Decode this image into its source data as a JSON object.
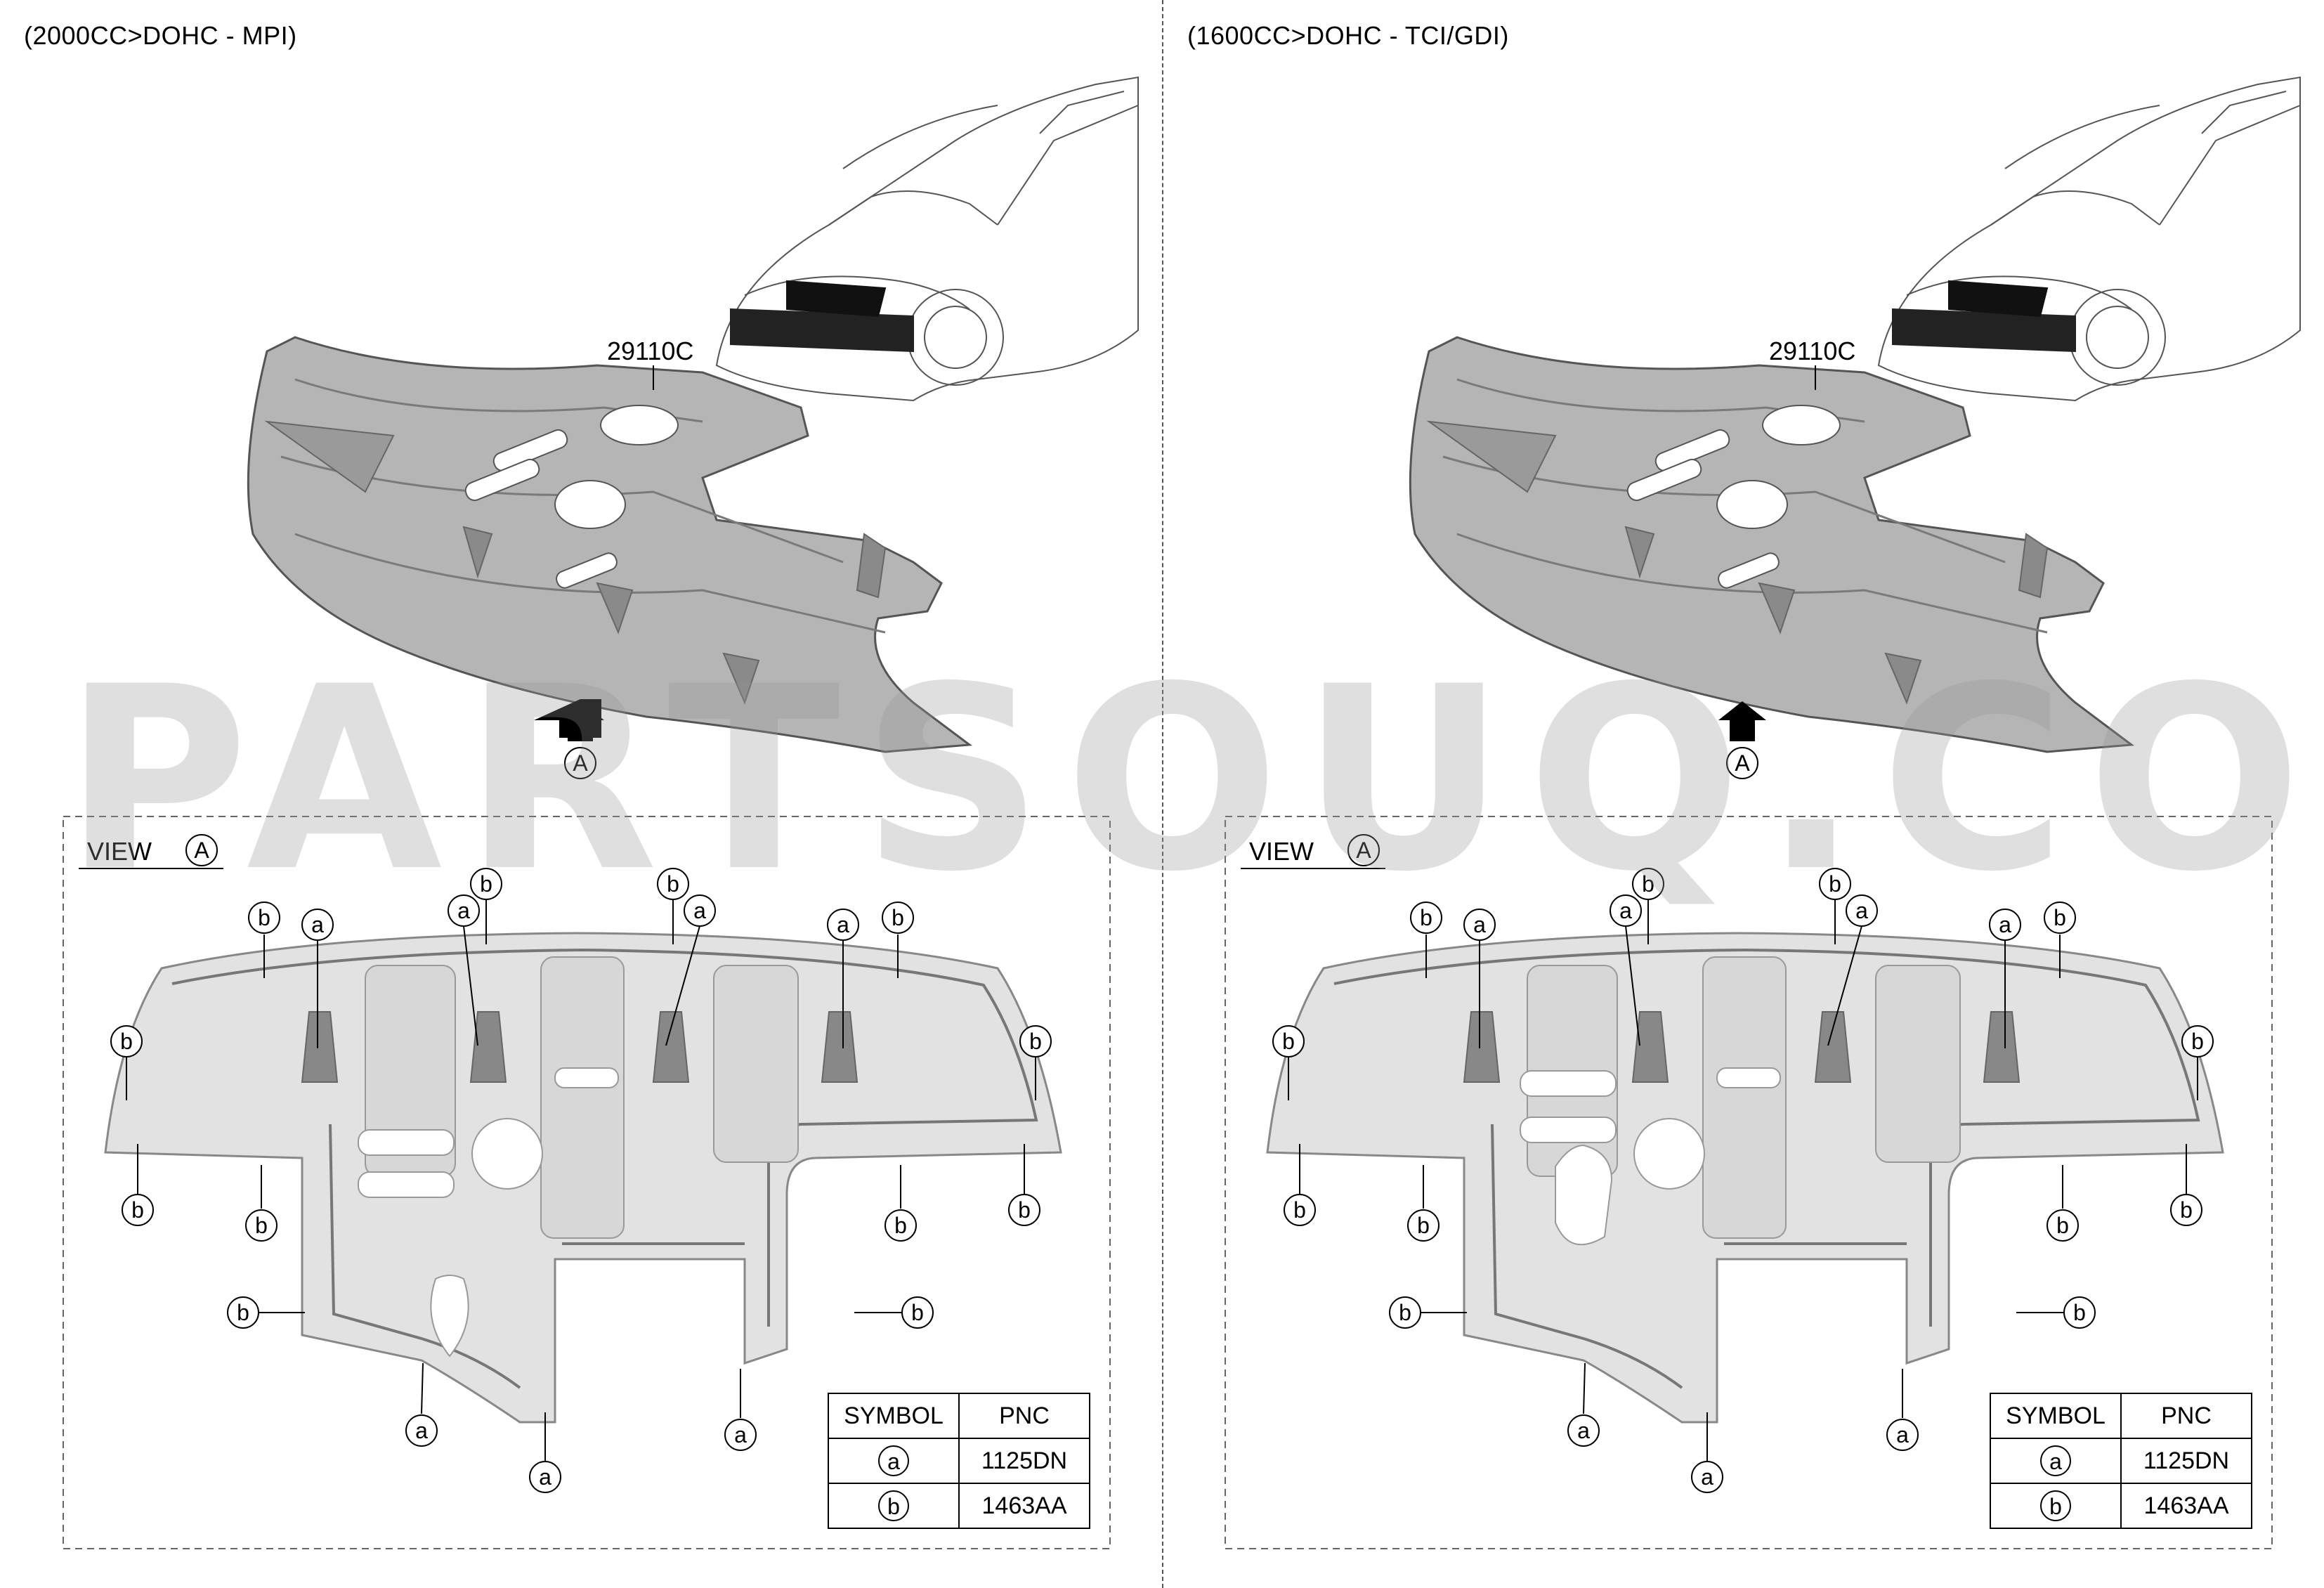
{
  "watermark": "PARTSOUQ.COM",
  "panels": [
    {
      "title": "(2000CC>DOHC - MPI)",
      "part_label": "29110C",
      "arrow_label": "A",
      "view_label": "VIEW",
      "view_symbol": "A",
      "table": {
        "headers": [
          "SYMBOL",
          "PNC"
        ],
        "rows": [
          {
            "symbol": "a",
            "pnc": "1125DN"
          },
          {
            "symbol": "b",
            "pnc": "1463AA"
          }
        ]
      }
    },
    {
      "title": "(1600CC>DOHC - TCI/GDI)",
      "part_label": "29110C",
      "arrow_label": "A",
      "view_label": "VIEW",
      "view_symbol": "A",
      "table": {
        "headers": [
          "SYMBOL",
          "PNC"
        ],
        "rows": [
          {
            "symbol": "a",
            "pnc": "1125DN"
          },
          {
            "symbol": "b",
            "pnc": "1463AA"
          }
        ]
      }
    }
  ],
  "callout_letters": {
    "a": "a",
    "b": "b"
  }
}
